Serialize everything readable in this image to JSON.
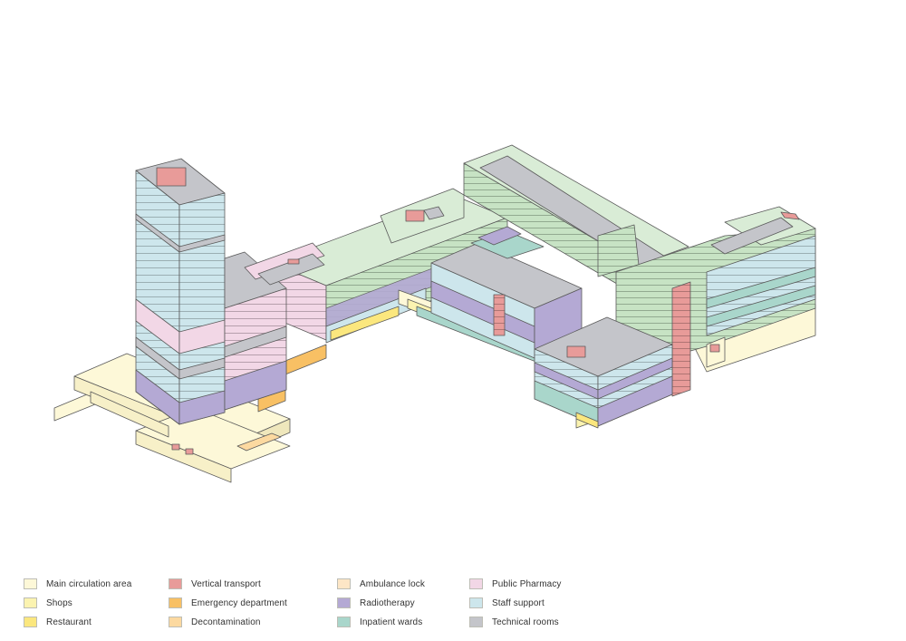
{
  "diagram": {
    "legend": [
      {
        "key": "main_circulation",
        "label": "Main circulation area",
        "color": "#fdf8d8"
      },
      {
        "key": "shops",
        "label": "Shops",
        "color": "#fbf3b0"
      },
      {
        "key": "restaurant",
        "label": "Restaurant",
        "color": "#fbe77e"
      },
      {
        "key": "vertical_transport",
        "label": "Vertical transport",
        "color": "#e89b99"
      },
      {
        "key": "emergency",
        "label": "Emergency department",
        "color": "#f8c064"
      },
      {
        "key": "decontamination",
        "label": "Decontamination",
        "color": "#fcd9a0"
      },
      {
        "key": "ambulance_lock",
        "label": "Ambulance lock",
        "color": "#fde6c6"
      },
      {
        "key": "radiotherapy",
        "label": "Radiotherapy",
        "color": "#b4a9d4"
      },
      {
        "key": "inpatient_wards",
        "label": "Inpatient wards",
        "color": "#a9d6cb"
      },
      {
        "key": "public_pharmacy",
        "label": "Public Pharmacy",
        "color": "#f2d7e6"
      },
      {
        "key": "staff_support",
        "label": "Staff support",
        "color": "#cde6ec"
      },
      {
        "key": "technical_rooms",
        "label": "Technical rooms",
        "color": "#c4c5ca"
      }
    ],
    "colors": {
      "green_top": "#d9ecd6",
      "green_side": "#c7e3c4",
      "stroke": "#5a5a5a",
      "roof_gray": "#c4c5ca"
    }
  }
}
